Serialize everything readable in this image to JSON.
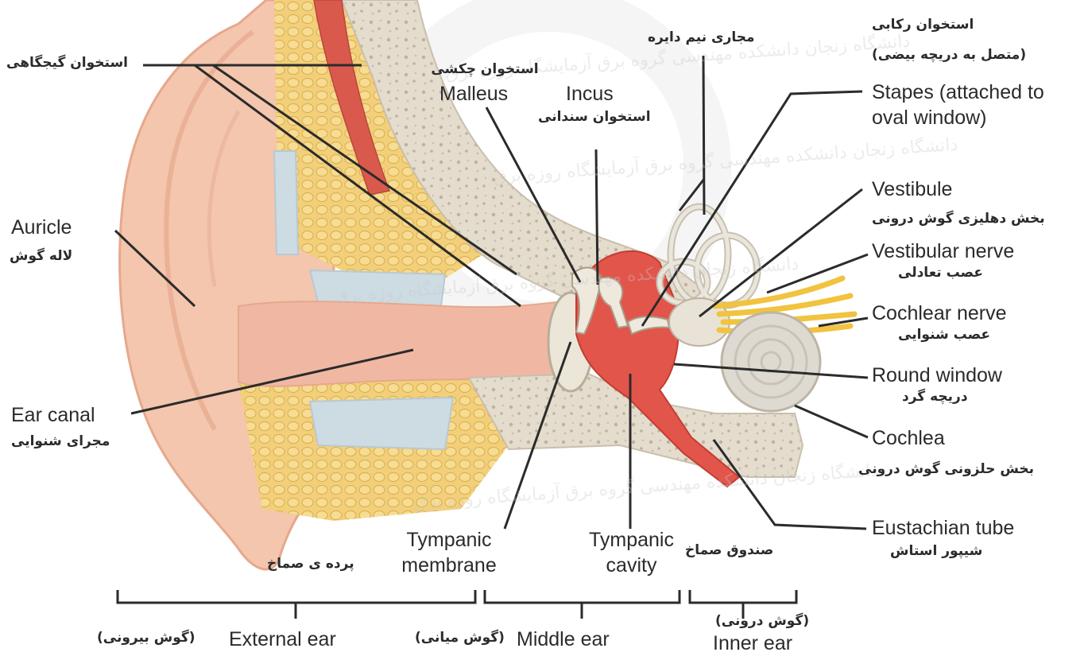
{
  "labels": {
    "auricle": {
      "en": "Auricle",
      "fa": "لاله گوش"
    },
    "temporal_bone": {
      "fa": "استخوان گیجگاهی"
    },
    "malleus": {
      "en": "Malleus",
      "fa": "استخوان چکشی"
    },
    "incus": {
      "en": "Incus",
      "fa": "استخوان سندانی"
    },
    "semicircular_canals": {
      "fa": "مجاری نیم دایره"
    },
    "stapes": {
      "fa": "استخوان رکابی",
      "fa_note": "(متصل به دریچه بیضی)",
      "en_line1": "Stapes (attached to",
      "en_line2": "oval window)"
    },
    "vestibule": {
      "en": "Vestibule",
      "fa": "بخش دهلیزی گوش درونی"
    },
    "vestibular_nerve": {
      "en": "Vestibular nerve",
      "fa": "عصب تعادلی"
    },
    "cochlear_nerve": {
      "en": "Cochlear nerve",
      "fa": "عصب شنوایی"
    },
    "round_window": {
      "en": "Round window",
      "fa": "دریچه گرد"
    },
    "cochlea": {
      "en": "Cochlea",
      "fa": "بخش حلزونی گوش درونی"
    },
    "eustachian_tube": {
      "en": "Eustachian tube",
      "fa": "شیپور استاش"
    },
    "ear_canal": {
      "en": "Ear canal",
      "fa": "مجرای شنوایی"
    },
    "tympanic_membrane": {
      "en_line1": "Tympanic",
      "en_line2": "membrane",
      "fa": "پرده ی صماخ"
    },
    "tympanic_cavity": {
      "en_line1": "Tympanic",
      "en_line2": "cavity",
      "fa": "صندوق صماخ"
    }
  },
  "regions": {
    "external": {
      "en": "External ear",
      "fa": "(گوش بیرونی)"
    },
    "middle": {
      "en": "Middle ear",
      "fa": "(گوش میانی)"
    },
    "inner": {
      "en": "Inner ear",
      "fa": "(گوش درونی)"
    }
  },
  "watermark": "دانشگاه زنجان دانشکده مهندسی گروه برق آزمایشگاه روزه برق",
  "colors": {
    "skin": "#f3c6ad",
    "bone": "#e4dccd",
    "fat": "#f2cf7a",
    "muscle": "#d95a4c",
    "cavity": "#e2554b",
    "nerve": "#f1c33e",
    "cartilage": "#cddbe2",
    "leader": "#2b2b2b"
  }
}
